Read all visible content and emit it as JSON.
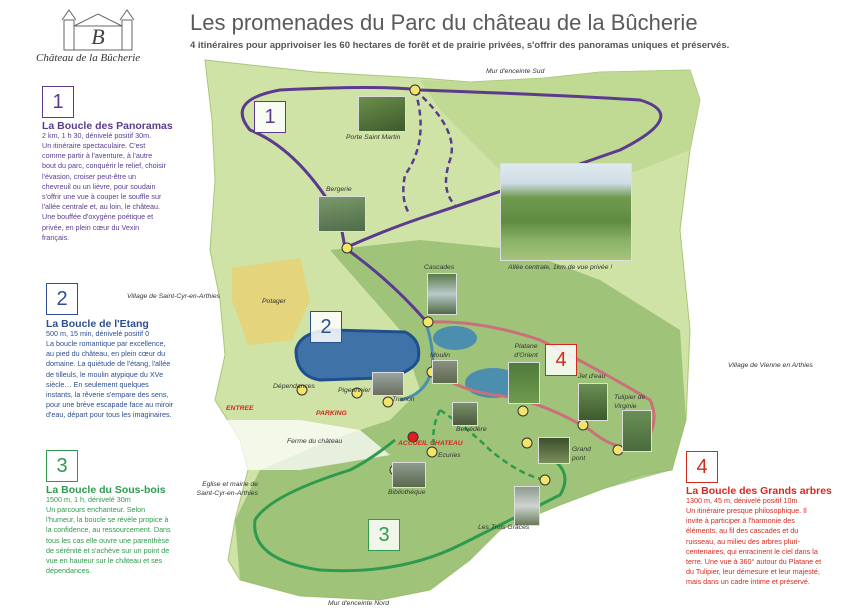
{
  "header": {
    "logo_text": "Château de la Bûcherie",
    "title": "Les promenades du Parc du château de la Bûcherie",
    "subtitle": "4 itinéraires pour apprivoiser les 60 hectares de forêt et de prairie privées, s'offrir des panoramas uniques et préservés."
  },
  "colors": {
    "loop1": "#5c3b8f",
    "loop2": "#2d4f8f",
    "loop3": "#2f9a4d",
    "loop4": "#d7281d",
    "meadow": "#cbe0a3",
    "forest": "#7faa5c",
    "water": "#4c8eae"
  },
  "loops": [
    {
      "number": "1",
      "title": "La Boucle des Panoramas",
      "stats": "2 km, 1 h 30, dénivelé positif 30m.",
      "text": "Un itinéraire spectaculaire. C'est comme partir à l'aventure, à l'autre bout du parc, conquérir le relief, choisir l'évasion, croiser peut-être un chevreuil ou un lièvre, pour soudain s'offrir une vue à couper le souffle sur l'allée centrale et, au loin, le château. Une bouffée d'oxygène poétique et privée, en plein cœur du Vexin français."
    },
    {
      "number": "2",
      "title": "La Boucle de l'Etang",
      "stats": "500 m, 15 min, dénivelé positif 0",
      "text": "La boucle romantique par excellence, au pied du château, en plein cœur du domaine. La quiétude de l'étang, l'allée de tilleuls, le moulin atypique du XVe siècle… En seulement quelques instants, la rêverie s'empare des sens, pour une brève escapade face au miroir d'eau, départ pour tous les imaginaires."
    },
    {
      "number": "3",
      "title": "La Boucle du Sous-bois",
      "stats": "1500 m, 1 h, dénivelé 30m",
      "text": "Un parcours enchanteur. Selon l'humeur, la boucle se révèle propice à la confidence, au ressourcement. Dans tous les cas elle ouvre une parenthèse de sérénité et s'achève sur un point de vue en hauteur sur le château et ses dépendances."
    },
    {
      "number": "4",
      "title": "La Boucle des Grands arbres",
      "stats": "1300 m, 45 m, dénivelé positif 10m",
      "text": "Un itinéraire presque philosophique. Il invite à participer à l'harmonie des éléments, au fil des cascades et du ruisseau, au milieu des arbres pluri-centenaires, qui enracinent le ciel dans la terre. Une vue à 360° autour du Platane et du Tulipier, leur démesure et leur majesté, mais dans un cadre intime et préservé."
    }
  ],
  "map_labels": {
    "mur_sud": "Mur d'enceinte Sud",
    "mur_nord": "Mur d'enceinte Nord",
    "porte": "Porte Saint Martin",
    "bergerie": "Bergerie",
    "allee": "Allée centrale, 1km de vue privée !",
    "village_saint_cyr": "Village de Saint-Cyr-en-Arthies",
    "village_vienne": "Village de Vienne en Arthies",
    "potager": "Potager",
    "cascades": "Cascades",
    "moulin": "Moulin",
    "platane": "Platane d'Orient",
    "jet_eau": "Jet d'eau",
    "tulipier": "Tulipier de Virginie",
    "dependances": "Dépendances",
    "pigeonnier": "Pigeonnier",
    "trianon": "Trianon",
    "belvedere": "Belvédère",
    "entree": "ENTREE",
    "parking": "PARKING",
    "accueil": "ACCUEIL CHATEAU",
    "ecuries": "Ecuries",
    "grand_pont": "Grand pont",
    "ferme": "Ferme du château",
    "eglise": "Eglise et mairie de Saint-Cyr-en-Arthies",
    "bibliotheque": "Bibliothèque",
    "trois_graces": "Les Trois Grâces"
  },
  "map_numbers": [
    "1",
    "2",
    "3",
    "4"
  ]
}
